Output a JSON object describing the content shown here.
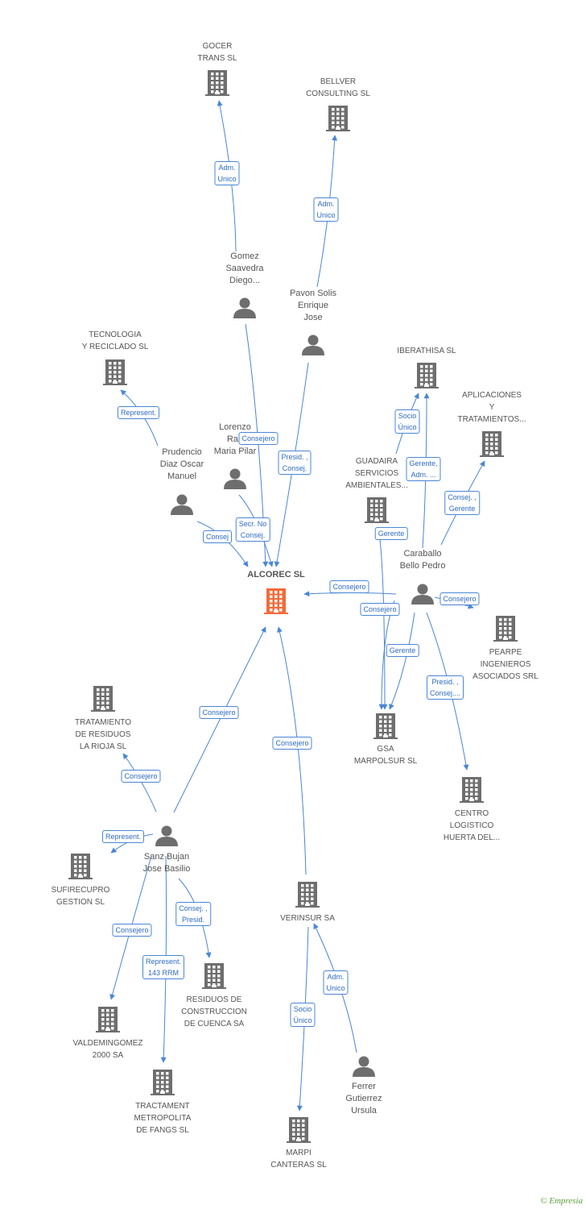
{
  "focus": {
    "name": "ALCOREC SL",
    "color": "#f26b3a"
  },
  "colors": {
    "edge": "#4a86d6",
    "node": "#6e6e6e",
    "focus": "#f26b3a"
  },
  "companies": [
    {
      "id": "gocer",
      "label": "GOCER\nTRANS SL"
    },
    {
      "id": "bellver",
      "label": "BELLVER\nCONSULTING  SL"
    },
    {
      "id": "tecnologia",
      "label": "TECNOLOGIA\nY RECICLADO SL"
    },
    {
      "id": "iberathisa",
      "label": "IBERATHISA  SL"
    },
    {
      "id": "aplicaciones",
      "label": "APLICACIONES\nY\nTRATAMIENTOS..."
    },
    {
      "id": "guadaira",
      "label": "GUADAIRA\nSERVICIOS\nAMBIENTALES..."
    },
    {
      "id": "pearpe",
      "label": "PEARPE\nINGENIEROS\nASOCIADOS SRL"
    },
    {
      "id": "gsa",
      "label": "GSA\nMARPOLSUR  SL"
    },
    {
      "id": "centro",
      "label": "CENTRO\nLOGISTICO\nHUERTA DEL..."
    },
    {
      "id": "tratamiento",
      "label": "TRATAMIENTO\nDE RESIDUOS\nLA RIOJA SL"
    },
    {
      "id": "sufirecupro",
      "label": "SUFIRECUPRO\nGESTION SL"
    },
    {
      "id": "verinsur",
      "label": "VERINSUR SA"
    },
    {
      "id": "residuos",
      "label": "RESIDUOS DE\nCONSTRUCCION\nDE CUENCA SA"
    },
    {
      "id": "valdemingomez",
      "label": "VALDEMINGOMEZ\n2000 SA"
    },
    {
      "id": "tractament",
      "label": "TRACTAMENT\nMETROPOLITA\nDE FANGS SL"
    },
    {
      "id": "marpi",
      "label": "MARPI\nCANTERAS SL"
    }
  ],
  "people": [
    {
      "id": "gomez",
      "label": "Gomez\nSaavedra\nDiego..."
    },
    {
      "id": "pavon",
      "label": "Pavon Solis\nEnrique\nJose"
    },
    {
      "id": "prudencio",
      "label": "Prudencio\nDiaz Oscar\nManuel"
    },
    {
      "id": "lorenzo",
      "label": "Lorenzo\nRan\nMaria Pilar"
    },
    {
      "id": "caraballo",
      "label": "Caraballo\nBello Pedro"
    },
    {
      "id": "sanz",
      "label": "Sanz Bujan\nJose Basilio"
    },
    {
      "id": "ferrer",
      "label": "Ferrer\nGutierrez\nUrsula"
    }
  ],
  "edge_labels": [
    "Adm.\nUnico",
    "Adm.\nUnico",
    "Represent.",
    "Consejero",
    "Presid. ,\nConsej.",
    "Secr.  No\nConsej.",
    "Consej",
    "Socio\nÚnico",
    "Gerente,\nAdm. ...",
    "Consej. ,\nGerente",
    "Gerente",
    "Consejero",
    "Consejero",
    "Consejero",
    "Gerente",
    "Presid. ,\nConsej....",
    "Consejero",
    "Consejero",
    "Consejero",
    "Represent.",
    "Consejero",
    "Consej. ,\nPresid.",
    "Represent.\n143 RRM",
    "Socio\nÚnico",
    "Adm.\nUnico"
  ],
  "watermark": "© Empresia"
}
